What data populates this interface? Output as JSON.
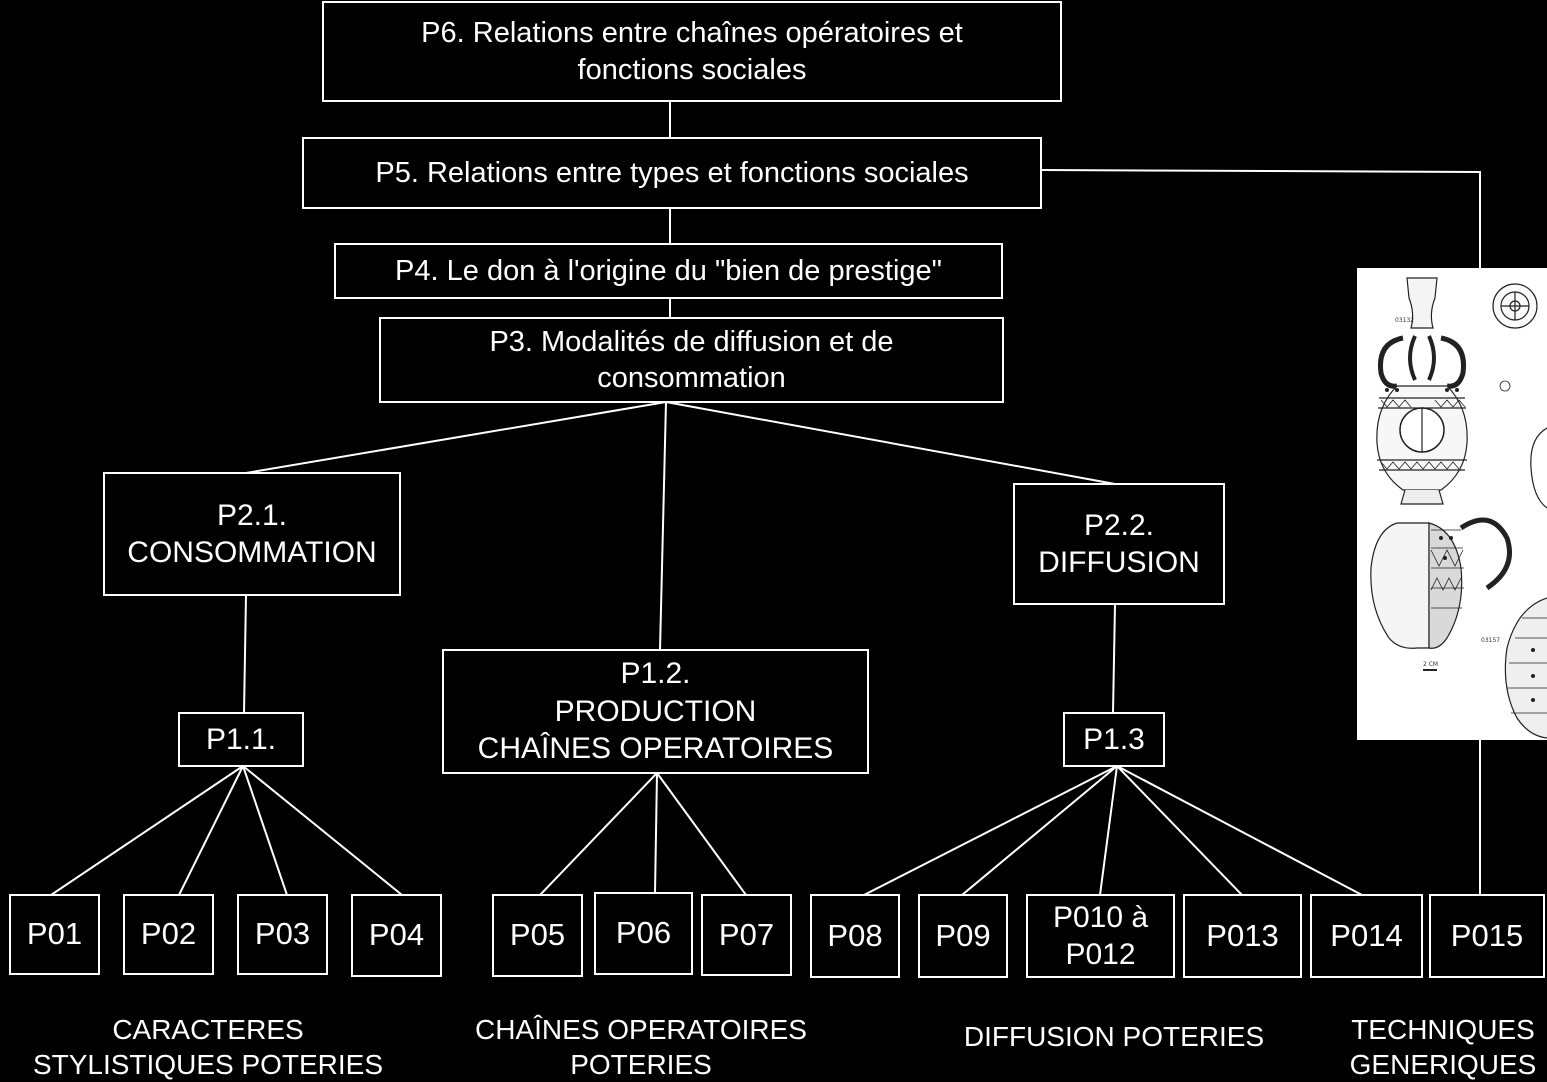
{
  "nodes": {
    "p6": "P6. Relations entre chaînes opératoires et\nfonctions sociales",
    "p5": "P5. Relations entre types et fonctions sociales",
    "p4": "P4. Le don à l'origine du \"bien de prestige\"",
    "p3": "P3. Modalités de diffusion et de\nconsommation",
    "p21": "P2.1.\nCONSOMMATION",
    "p22": "P2.2.\nDIFFUSION",
    "p11": "P1.1.",
    "p12": "P1.2.\nPRODUCTION\nCHAÎNES OPERATOIRES",
    "p13": "P1.3"
  },
  "leaves": [
    "P01",
    "P02",
    "P03",
    "P04",
    "P05",
    "P06",
    "P07",
    "P08",
    "P09",
    "P010 à\nP012",
    "P013",
    "P014",
    "P015"
  ],
  "captions": {
    "stylistic": "CARACTERES\nSTYLISTIQUES POTERIES",
    "chains": "CHAÎNES OPERATOIRES\nPOTERIES",
    "diffusion": "DIFFUSION POTERIES",
    "techniques": "TECHNIQUES\nGENERIQUES"
  },
  "illustration": {
    "labels": [
      "03132",
      "03157",
      "2 CM"
    ]
  }
}
